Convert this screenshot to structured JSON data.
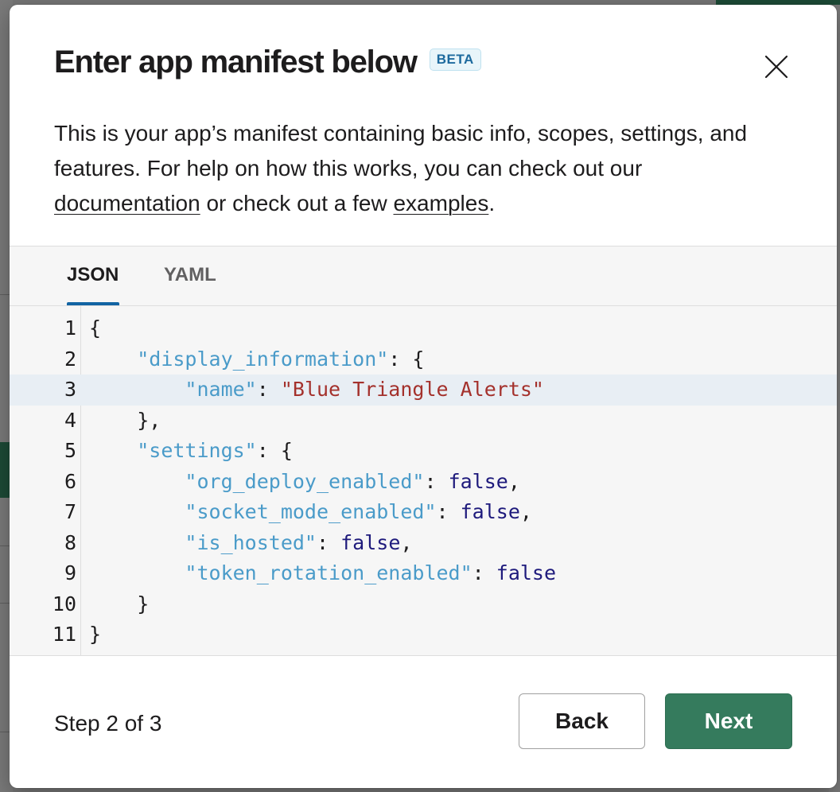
{
  "modal": {
    "title": "Enter app manifest below",
    "badge": "BETA",
    "close_icon": "close-icon",
    "description": {
      "part1": "This is your app’s manifest containing basic info, scopes, settings, and features. For help on how this works, you can check out our ",
      "documentation_link": "documentation",
      "part2": " or check out a few ",
      "examples_link": "examples",
      "part3": "."
    }
  },
  "editor": {
    "tabs": [
      {
        "label": "JSON",
        "active": true
      },
      {
        "label": "YAML",
        "active": false
      }
    ],
    "highlighted_line": 3,
    "lines": [
      {
        "num": "1",
        "indent": "",
        "tokens": [
          {
            "t": "punc",
            "v": "{"
          }
        ]
      },
      {
        "num": "2",
        "indent": "    ",
        "tokens": [
          {
            "t": "key",
            "v": "\"display_information\""
          },
          {
            "t": "punc",
            "v": ": {"
          }
        ]
      },
      {
        "num": "3",
        "indent": "        ",
        "tokens": [
          {
            "t": "key",
            "v": "\"name\""
          },
          {
            "t": "punc",
            "v": ": "
          },
          {
            "t": "str",
            "v": "\"Blue Triangle Alerts\""
          }
        ]
      },
      {
        "num": "4",
        "indent": "    ",
        "tokens": [
          {
            "t": "punc",
            "v": "},"
          }
        ]
      },
      {
        "num": "5",
        "indent": "    ",
        "tokens": [
          {
            "t": "key",
            "v": "\"settings\""
          },
          {
            "t": "punc",
            "v": ": {"
          }
        ]
      },
      {
        "num": "6",
        "indent": "        ",
        "tokens": [
          {
            "t": "key",
            "v": "\"org_deploy_enabled\""
          },
          {
            "t": "punc",
            "v": ": "
          },
          {
            "t": "bool",
            "v": "false"
          },
          {
            "t": "punc",
            "v": ","
          }
        ]
      },
      {
        "num": "7",
        "indent": "        ",
        "tokens": [
          {
            "t": "key",
            "v": "\"socket_mode_enabled\""
          },
          {
            "t": "punc",
            "v": ": "
          },
          {
            "t": "bool",
            "v": "false"
          },
          {
            "t": "punc",
            "v": ","
          }
        ]
      },
      {
        "num": "8",
        "indent": "        ",
        "tokens": [
          {
            "t": "key",
            "v": "\"is_hosted\""
          },
          {
            "t": "punc",
            "v": ": "
          },
          {
            "t": "bool",
            "v": "false"
          },
          {
            "t": "punc",
            "v": ","
          }
        ]
      },
      {
        "num": "9",
        "indent": "        ",
        "tokens": [
          {
            "t": "key",
            "v": "\"token_rotation_enabled\""
          },
          {
            "t": "punc",
            "v": ": "
          },
          {
            "t": "bool",
            "v": "false"
          }
        ]
      },
      {
        "num": "10",
        "indent": "    ",
        "tokens": [
          {
            "t": "punc",
            "v": "}"
          }
        ]
      },
      {
        "num": "11",
        "indent": "",
        "tokens": [
          {
            "t": "punc",
            "v": "}"
          }
        ]
      }
    ]
  },
  "footer": {
    "step_text": "Step 2 of 3",
    "back_label": "Back",
    "next_label": "Next"
  },
  "colors": {
    "accent_blue": "#1264a3",
    "primary_green": "#357b5d",
    "json_key": "#4a9bc9",
    "json_string": "#a4312c",
    "json_bool": "#1e1a7c"
  }
}
